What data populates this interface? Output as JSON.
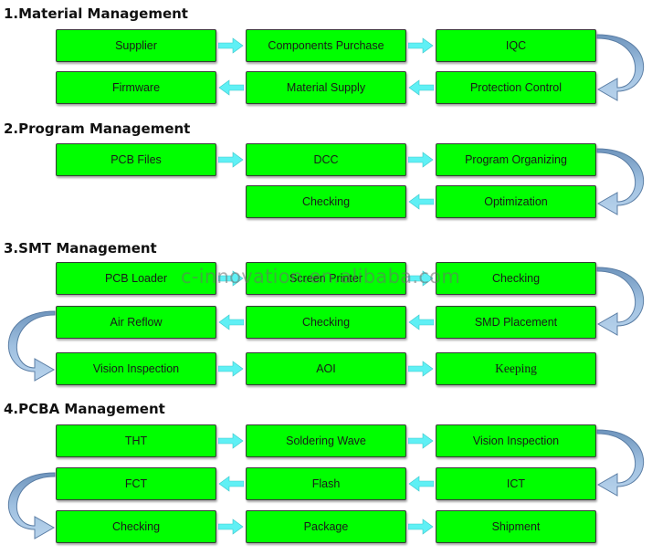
{
  "colors": {
    "box_fill": "#00ff00",
    "box_border": "#3a3a3a",
    "arrow_cyan": "#5ff0f5",
    "curve_blue": "#8fb4d6"
  },
  "sections": [
    {
      "title": "1.Material Management",
      "rows": [
        [
          "Supplier",
          "Components Purchase",
          "IQC"
        ],
        [
          "Firmware",
          "Material Supply",
          "Protection Control"
        ]
      ]
    },
    {
      "title": "2.Program Management",
      "rows": [
        [
          "PCB Files",
          "DCC",
          "Program Organizing"
        ],
        [
          "",
          "Checking",
          "Optimization"
        ]
      ]
    },
    {
      "title": "3.SMT Management",
      "rows": [
        [
          "PCB Loader",
          "Screen Printer",
          "Checking"
        ],
        [
          "Air Reflow",
          "Checking",
          "SMD Placement"
        ],
        [
          "Vision Inspection",
          "AOI",
          "Keeping"
        ]
      ]
    },
    {
      "title": "4.PCBA Management",
      "rows": [
        [
          "THT",
          "Soldering Wave",
          "Vision Inspection"
        ],
        [
          "FCT",
          "Flash",
          "ICT"
        ],
        [
          "Checking",
          "Package",
          "Shipment"
        ]
      ]
    }
  ],
  "watermark": "c-innovation.en.alibaba.com"
}
